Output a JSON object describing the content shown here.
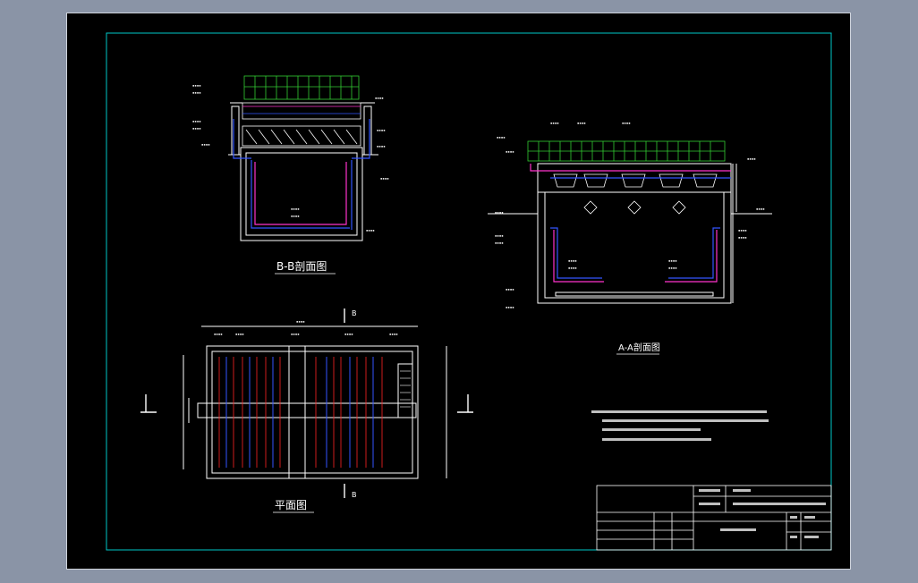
{
  "drawing": {
    "bb_title": "B-B剖面图",
    "aa_title": "A-A剖面图",
    "plan_title": "平面图",
    "section_mark": "B",
    "tiny_label": "▪▪▪▪"
  },
  "colors": {
    "background": "#000000",
    "border": "#00c8c8",
    "grating": "#33cc33",
    "wall": "#ffffff",
    "pipe_blue": "#3355ff",
    "pipe_magenta": "#ff33cc",
    "pipe_red": "#ff2222"
  }
}
